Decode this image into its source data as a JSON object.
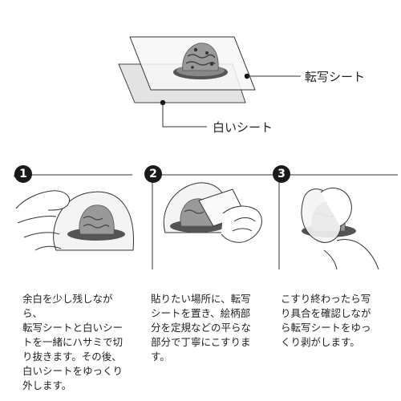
{
  "callouts": {
    "transfer_sheet": "転写シート",
    "white_sheet": "白いシート"
  },
  "steps": [
    {
      "number": "1",
      "text": "余白を少し残しながら、\n転写シートと白いシー\nトを一緒にハサミで切\nり抜きます。その後、\n白いシートをゆっくり\n外します。",
      "icon": "scissors-cut-icon"
    },
    {
      "number": "2",
      "text": "貼りたい場所に、転写\nシートを置き、絵柄部\n分を定規などの平らな\n部分で丁寧にこすりま\nす。",
      "icon": "ruler-rub-icon"
    },
    {
      "number": "3",
      "text": "こすり終わったら写\nり具合を確認しなが\nら転写シートをゆっ\nくり剥がします。",
      "icon": "peel-sheet-icon"
    }
  ],
  "colors": {
    "badge": "#1a1a1a",
    "line": "#333333",
    "sheet_back": "#e3e3e3"
  }
}
